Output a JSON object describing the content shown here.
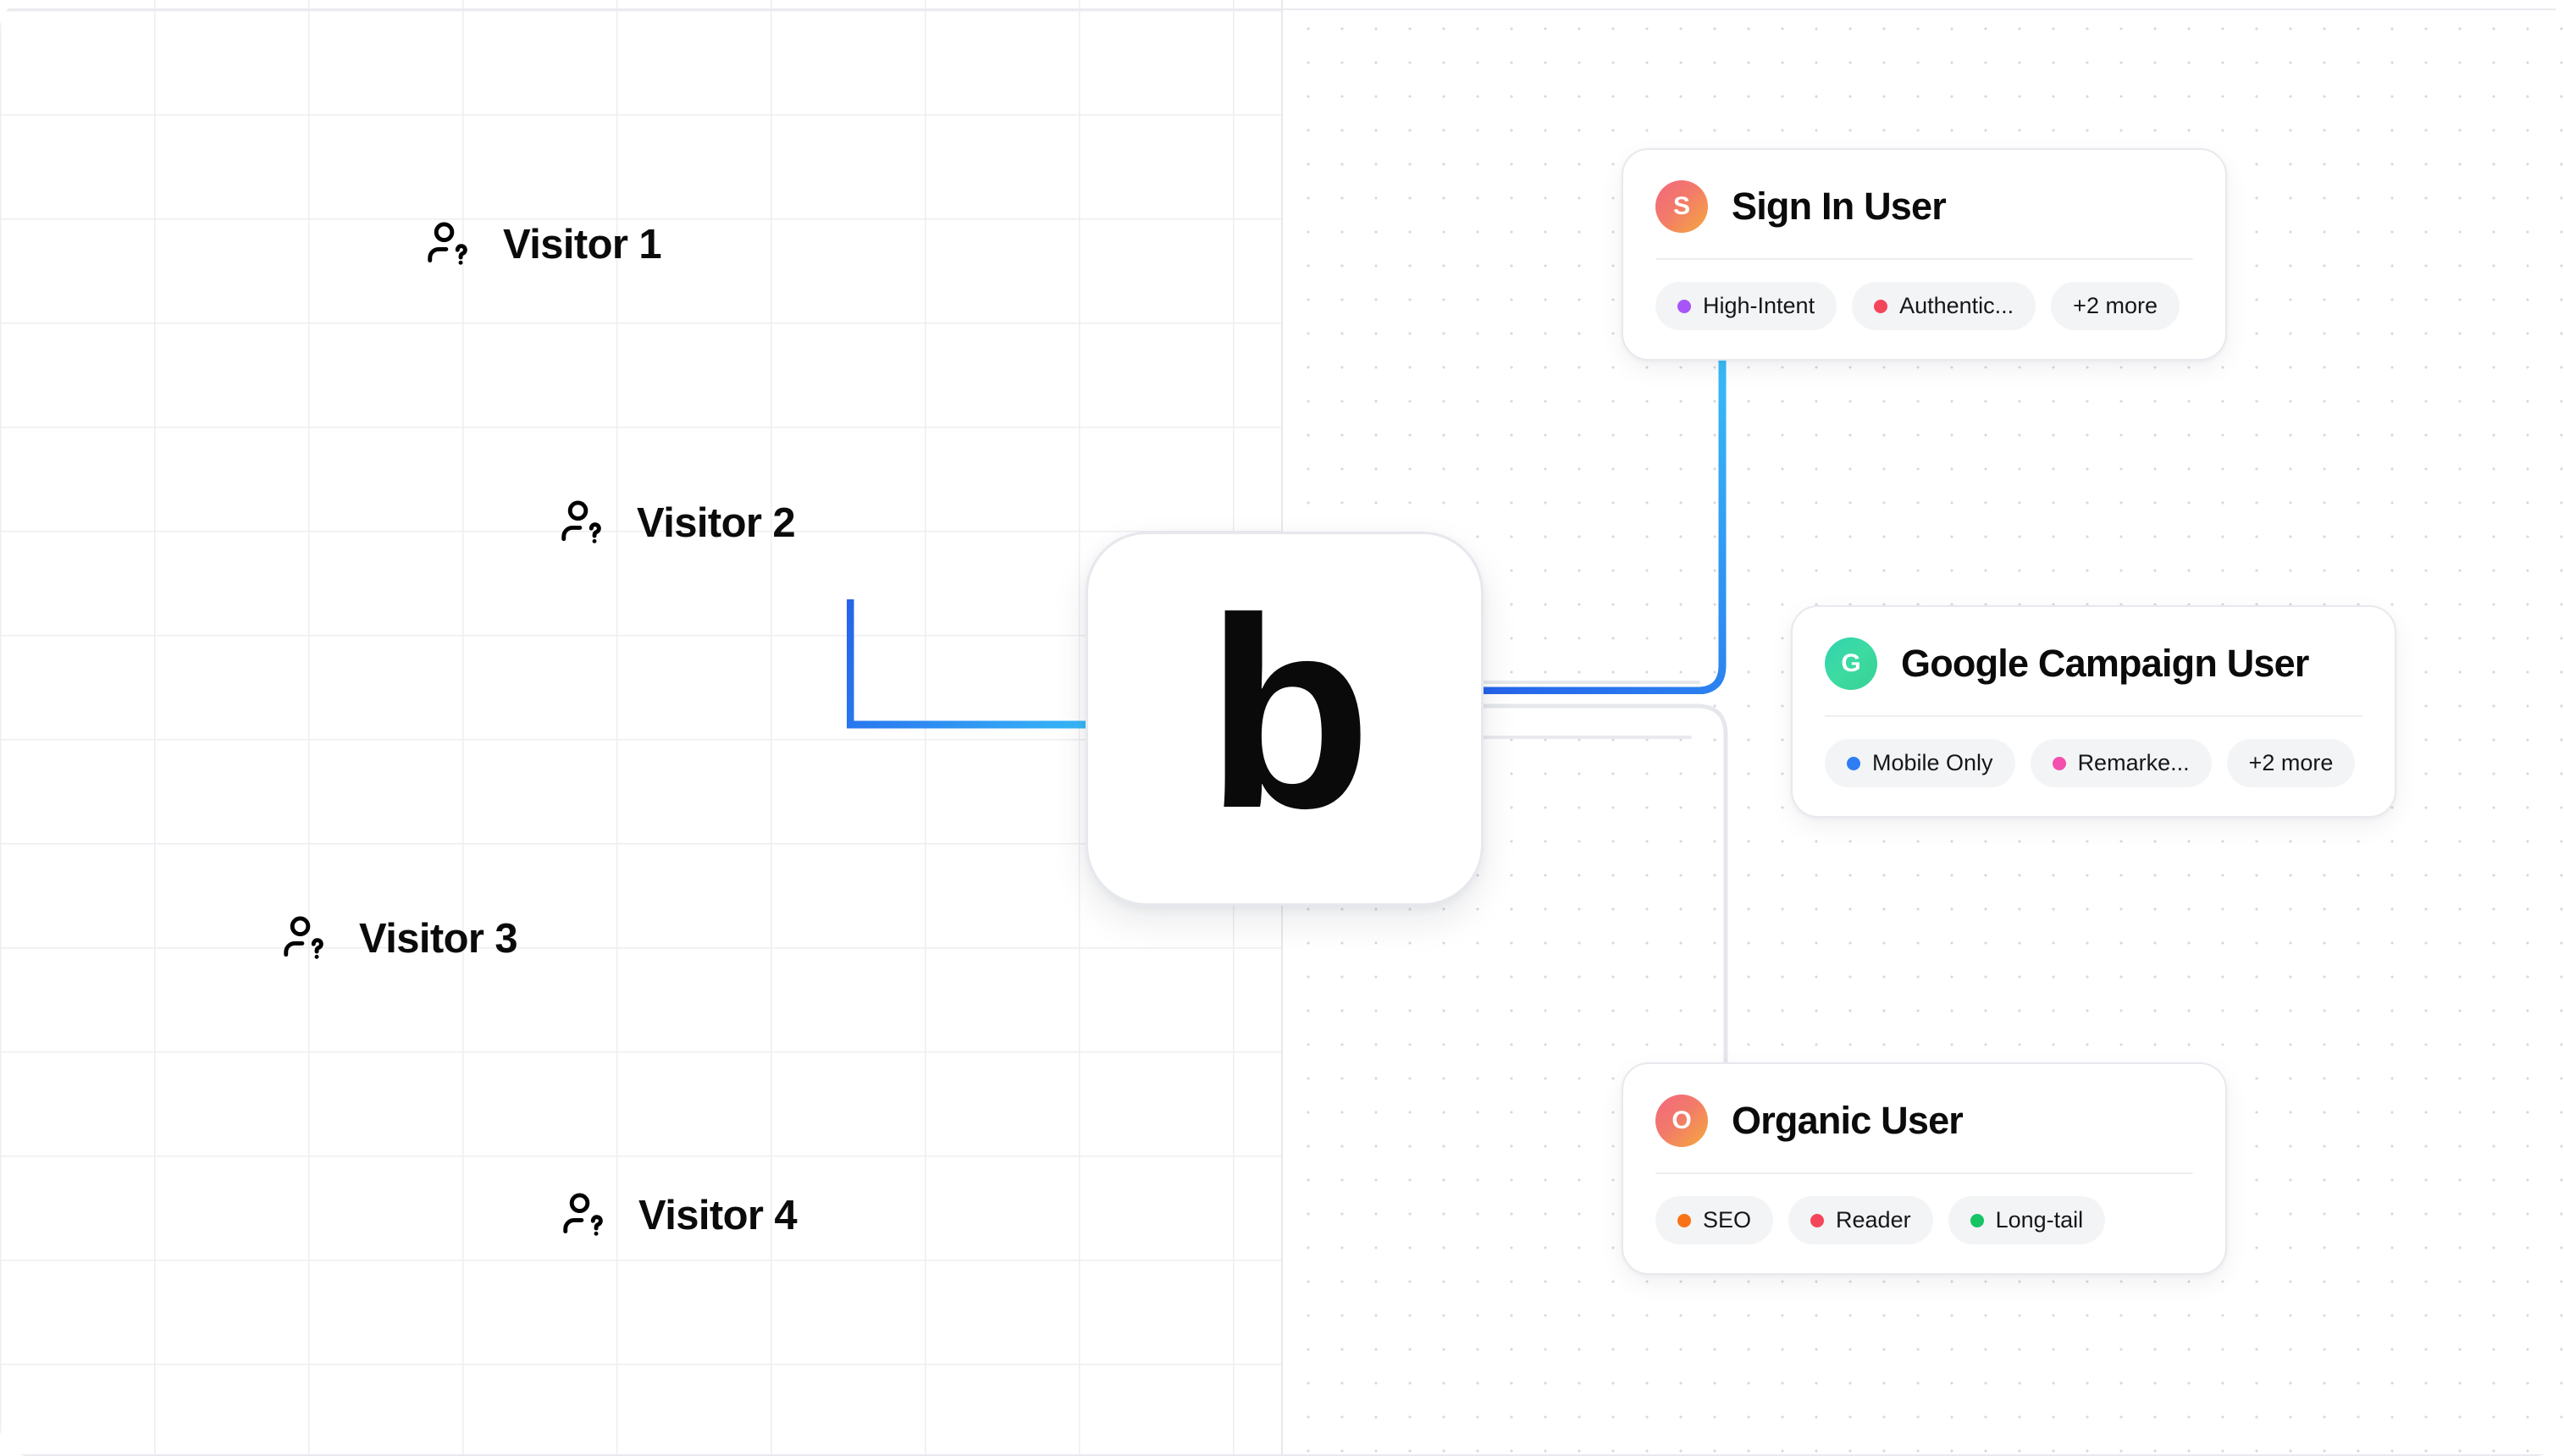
{
  "brand": {
    "logo_letter": "b",
    "accent_blue_dark": "#2563eb",
    "accent_blue_light": "#38bdf8",
    "connector_grey": "#e5e7eb"
  },
  "left_pane": {
    "pattern": "grid",
    "visitors": [
      {
        "label": "Visitor 1",
        "icon": "user-question-icon"
      },
      {
        "label": "Visitor 2",
        "icon": "user-question-icon"
      },
      {
        "label": "Visitor 3",
        "icon": "user-question-icon"
      },
      {
        "label": "Visitor 4",
        "icon": "user-question-icon"
      }
    ]
  },
  "right_pane": {
    "pattern": "dots",
    "cards": [
      {
        "id": "sign-in-user",
        "avatar_letter": "S",
        "avatar_style": "warm",
        "title": "Sign In User",
        "chips": [
          {
            "label": "High-Intent",
            "color": "#a855f7"
          },
          {
            "label": "Authentic...",
            "color": "#f4465a"
          },
          {
            "label": "+2 more",
            "color": null
          }
        ]
      },
      {
        "id": "google-campaign-user",
        "avatar_letter": "G",
        "avatar_style": "teal",
        "title": "Google Campaign User",
        "chips": [
          {
            "label": "Mobile Only",
            "color": "#2f7df4"
          },
          {
            "label": "Remarke...",
            "color": "#f24fae"
          },
          {
            "label": "+2 more",
            "color": null
          }
        ]
      },
      {
        "id": "organic-user",
        "avatar_letter": "O",
        "avatar_style": "warm",
        "title": "Organic User",
        "chips": [
          {
            "label": "SEO",
            "color": "#f97316"
          },
          {
            "label": "Reader",
            "color": "#f4465a"
          },
          {
            "label": "Long-tail",
            "color": "#16c464"
          }
        ]
      }
    ]
  }
}
